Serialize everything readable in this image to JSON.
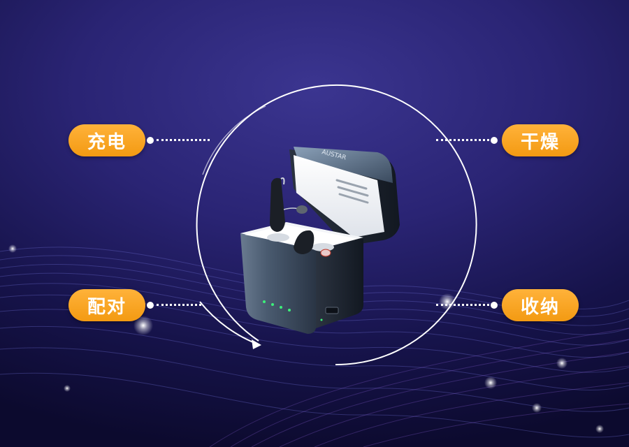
{
  "features": {
    "top_left": "充电",
    "top_right": "干燥",
    "bottom_left": "配对",
    "bottom_right": "收纳"
  },
  "product": {
    "brand": "AUSTAR"
  },
  "colors": {
    "pill": "#f7a21c",
    "background": "#231d66",
    "case_body": "#3f4f63"
  }
}
